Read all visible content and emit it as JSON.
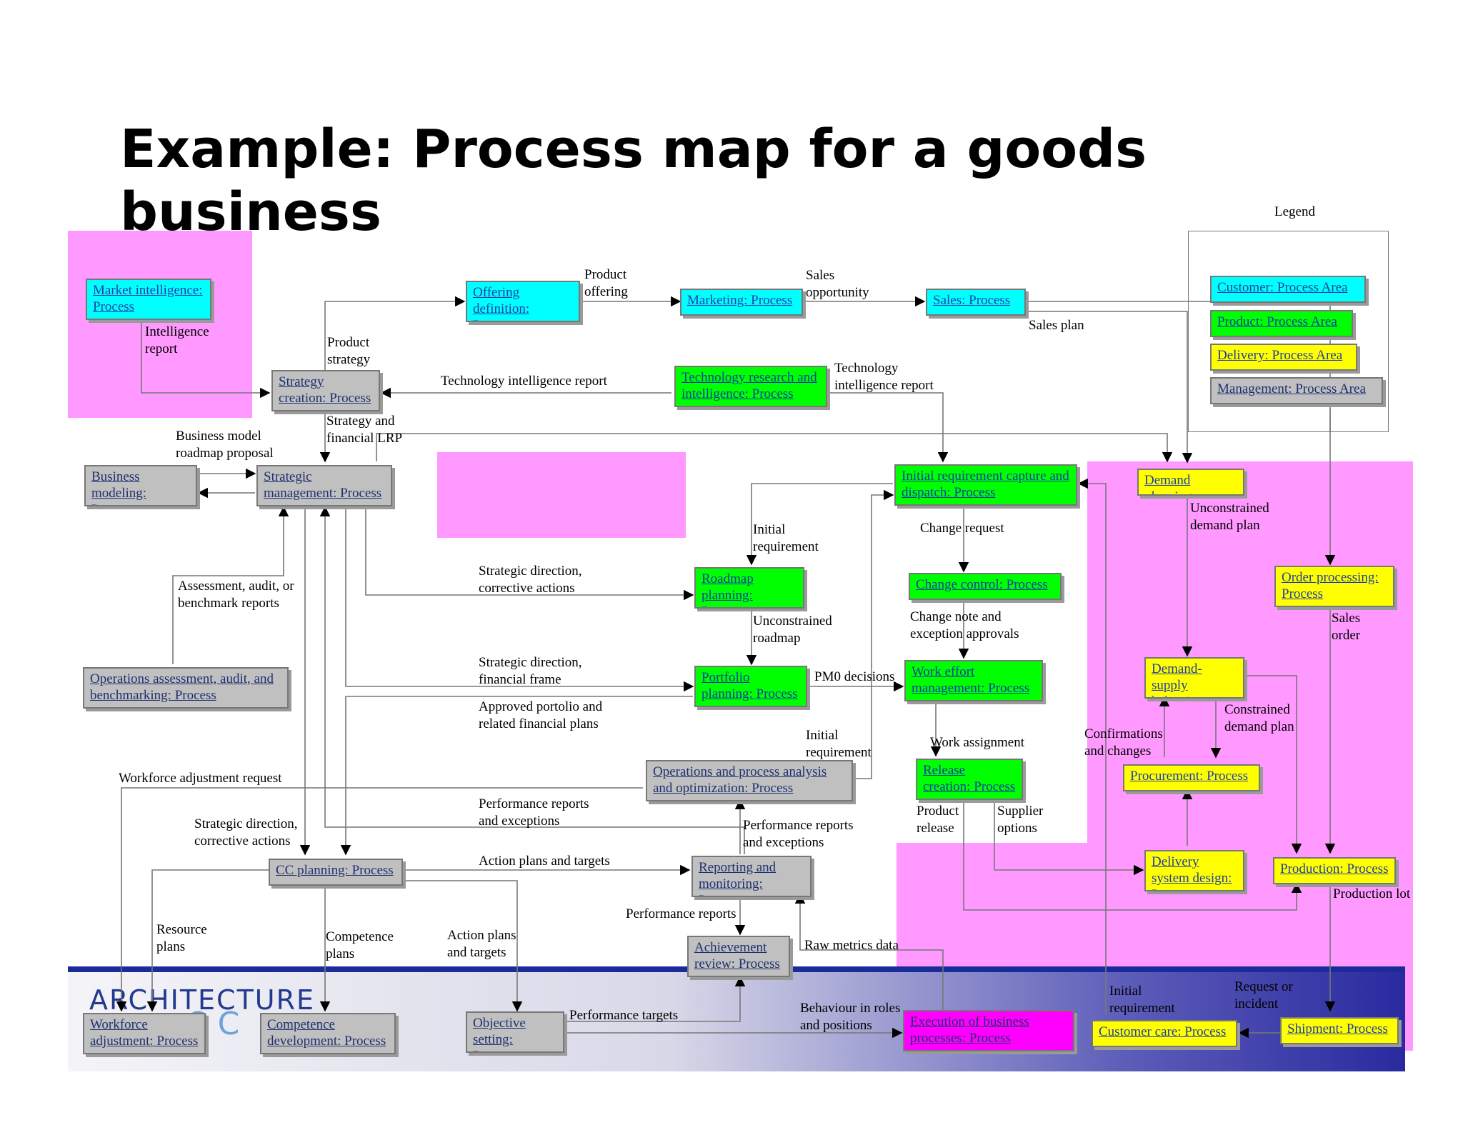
{
  "title": "Example: Process map for a goods business",
  "colors": {
    "customer_area": "#00ffff",
    "product_area": "#00ff00",
    "delivery_area": "#ffff00",
    "management_area": "#c0c0c0",
    "execution": "#ff00ff",
    "highlight_region": "#ff99ff",
    "link_text": "#1f3fa8",
    "footer_rule": "#1a2c9a"
  },
  "legend": {
    "title": "Legend",
    "items": [
      {
        "label": "Customer: Process Area",
        "area": "customer"
      },
      {
        "label": "Product: Process Area",
        "area": "product"
      },
      {
        "label": "Delivery: Process Area",
        "area": "delivery"
      },
      {
        "label": "Management: Process Area",
        "area": "management"
      }
    ]
  },
  "processes": {
    "market_intelligence": "Market intelligence: Process",
    "offering_definition": "Offering definition: Process",
    "marketing": "Marketing: Process",
    "sales": "Sales: Process",
    "strategy_creation": "Strategy creation: Process",
    "technology_research": "Technology research and intelligence: Process",
    "business_modeling": "Business modeling: Process",
    "strategic_management": "Strategic management: Process",
    "initial_requirement_capture": "Initial requirement capture and dispatch: Process",
    "demand_planning": "Demand planning",
    "roadmap_planning": "Roadmap planning: Process",
    "change_control": "Change control: Process",
    "order_processing": "Order processing: Process",
    "operations_assessment": "Operations assessment, audit, and benchmarking: Process",
    "portfolio_planning": "Portfolio planning: Process",
    "work_effort_management": "Work effort management: Process",
    "demand_supply_balancing": "Demand-supply balancing",
    "operations_analysis": "Operations and process analysis and optimization: Process",
    "release_creation": "Release creation: Process",
    "procurement": "Procurement: Process",
    "cc_planning": "CC planning: Process",
    "reporting_monitoring": "Reporting and monitoring: Process",
    "delivery_system_design": "Delivery system design: Process",
    "production": "Production: Process",
    "achievement_review": "Achievement review: Process",
    "workforce_adjustment": "Workforce adjustment: Process",
    "competence_development": "Competence development: Process",
    "objective_setting": "Objective setting: Process",
    "execution_business_processes": "Execution of business processes: Process",
    "customer_care": "Customer care: Process",
    "shipment": "Shipment: Process"
  },
  "flows": {
    "product_offering": "Product offering",
    "sales_opportunity": "Sales opportunity",
    "sales_plan": "Sales plan",
    "intelligence_report": "Intelligence report",
    "product_strategy": "Product strategy",
    "technology_intelligence_report": "Technology intelligence report",
    "technology_intelligence_report_2": "Technology intelligence report",
    "strategy_and_financial_lrp": "Strategy and financial LRP",
    "business_model_roadmap_proposal": "Business model roadmap proposal",
    "initial_requirement_1": "Initial requirement",
    "change_request": "Change request",
    "unconstrained_demand_plan": "Unconstrained demand plan",
    "assessment_reports": "Assessment, audit, or benchmark reports",
    "strategic_direction_corrective_1": "Strategic direction, corrective actions",
    "unconstrained_roadmap": "Unconstrained roadmap",
    "change_note_approvals": "Change note and exception approvals",
    "sales_order": "Sales order",
    "strategic_direction_financial_frame": "Strategic direction, financial frame",
    "pmo_decisions": "PM0 decisions",
    "approved_portfolio": "Approved portolio and related financial plans",
    "constrained_demand_plan": "Constrained demand plan",
    "initial_requirement_2": "Initial requirement",
    "work_assignment": "Work assignment",
    "confirmations_changes": "Confirmations and changes",
    "workforce_adjustment_request": "Workforce adjustment request",
    "performance_reports_exceptions_1": "Performance reports and exceptions",
    "performance_reports_exceptions_2": "Performance reports and exceptions",
    "product_release": "Product release",
    "supplier_options": "Supplier options",
    "strategic_direction_corrective_2": "Strategic direction, corrective actions",
    "action_plans_targets_1": "Action plans and targets",
    "performance_reports": "Performance reports",
    "production_lot": "Production lot",
    "resource_plans": "Resource plans",
    "competence_plans": "Competence plans",
    "action_plans_targets_2": "Action plans and targets",
    "raw_metrics_data": "Raw metrics data",
    "performance_targets": "Performance targets",
    "behaviour_roles": "Behaviour in roles and positions",
    "initial_requirement_3": "Initial requirement",
    "request_incident": "Request or incident"
  },
  "footer": {
    "logo": "ARCHITECTURE",
    "logo_sub": "OC"
  }
}
